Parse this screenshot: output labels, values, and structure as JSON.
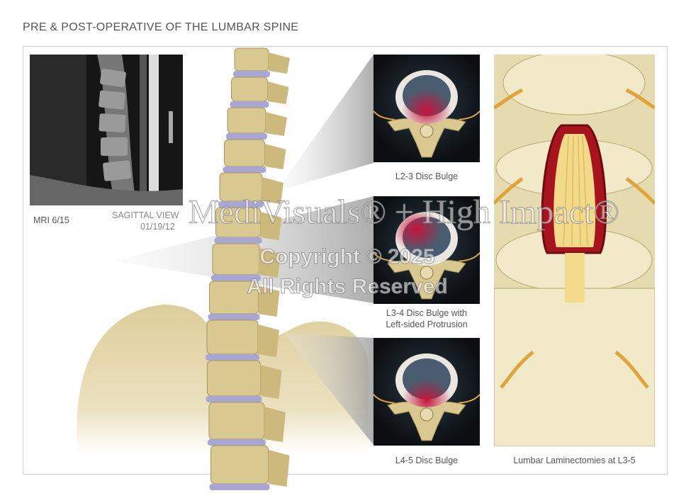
{
  "title": "PRE & POST-OPERATIVE OF THE LUMBAR SPINE",
  "mri": {
    "label": "MRI 6/15",
    "view_label": "SAGITTAL VIEW",
    "view_date": "01/19/12"
  },
  "panels": [
    {
      "caption_lines": [
        "L2-3 Disc Bulge"
      ]
    },
    {
      "caption_lines": [
        "L3-4 Disc Bulge with",
        "Left-sided Protrusion"
      ]
    },
    {
      "caption_lines": [
        "L4-5 Disc Bulge"
      ]
    }
  ],
  "right_panel": {
    "caption": "Lumbar Laminectomies at L3-5"
  },
  "watermark": {
    "brand": "MediVisuals® + High Impact®",
    "copyright": "Copyright © 2025",
    "rights": "All Rights Reserved"
  },
  "colors": {
    "bone": "#d9c88f",
    "disc": "#a9a6d6",
    "inflammation": "#c8143c",
    "background": "#ffffff"
  }
}
